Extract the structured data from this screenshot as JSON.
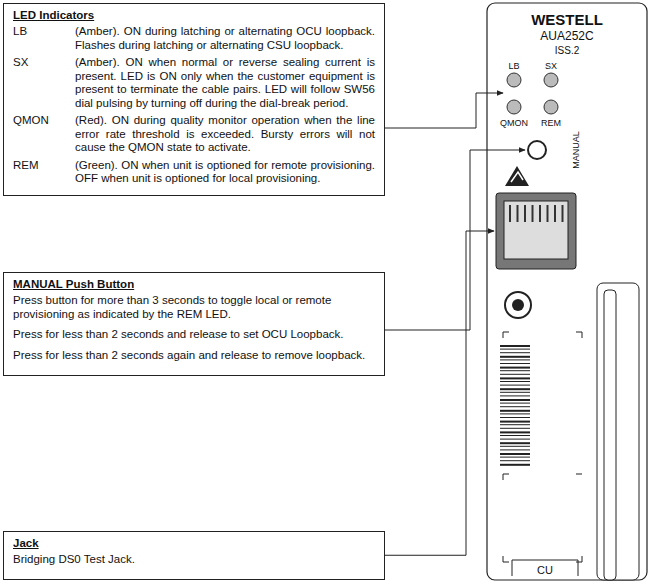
{
  "diagram": {
    "nodes": [
      {
        "text": [
          "LED Indicators",
          "LB",
          "(Amber). ON during latching or alternating OCU loopback. Flashes during latching or alternating CSU loopback.",
          "SX",
          "(Amber). ON when normal or reverse sealing current is present. LED is ON only when the customer equipment is present to terminate the cable pairs. LED will follow SW56 dial pulsing by turning off during the dial-break period.",
          "QMON",
          "(Red). ON during quality monitor operation when the line error rate threshold is exceeded. Bursty errors will not cause the QMON state to activate.",
          "REM",
          "(Green). ON when unit is optioned for remote provisioning. OFF when unit is optioned for local provisioning."
        ]
      },
      {
        "text": [
          "MANUAL Push Button",
          "Press button for more than 3 seconds to toggle local or remote provisioning as indicated by the REM LED.",
          "Press for less than 2 seconds and release to set OCU Loopback.",
          "Press for less than 2 seconds again and release to remove loopback."
        ]
      },
      {
        "text": [
          "Jack",
          "Bridging DS0 Test Jack."
        ]
      }
    ],
    "labels": [
      "WESTELL",
      "AUA252C",
      "ISS.2",
      "LB",
      "SX",
      "QMON",
      "REM",
      "MANUAL",
      "CU"
    ]
  }
}
